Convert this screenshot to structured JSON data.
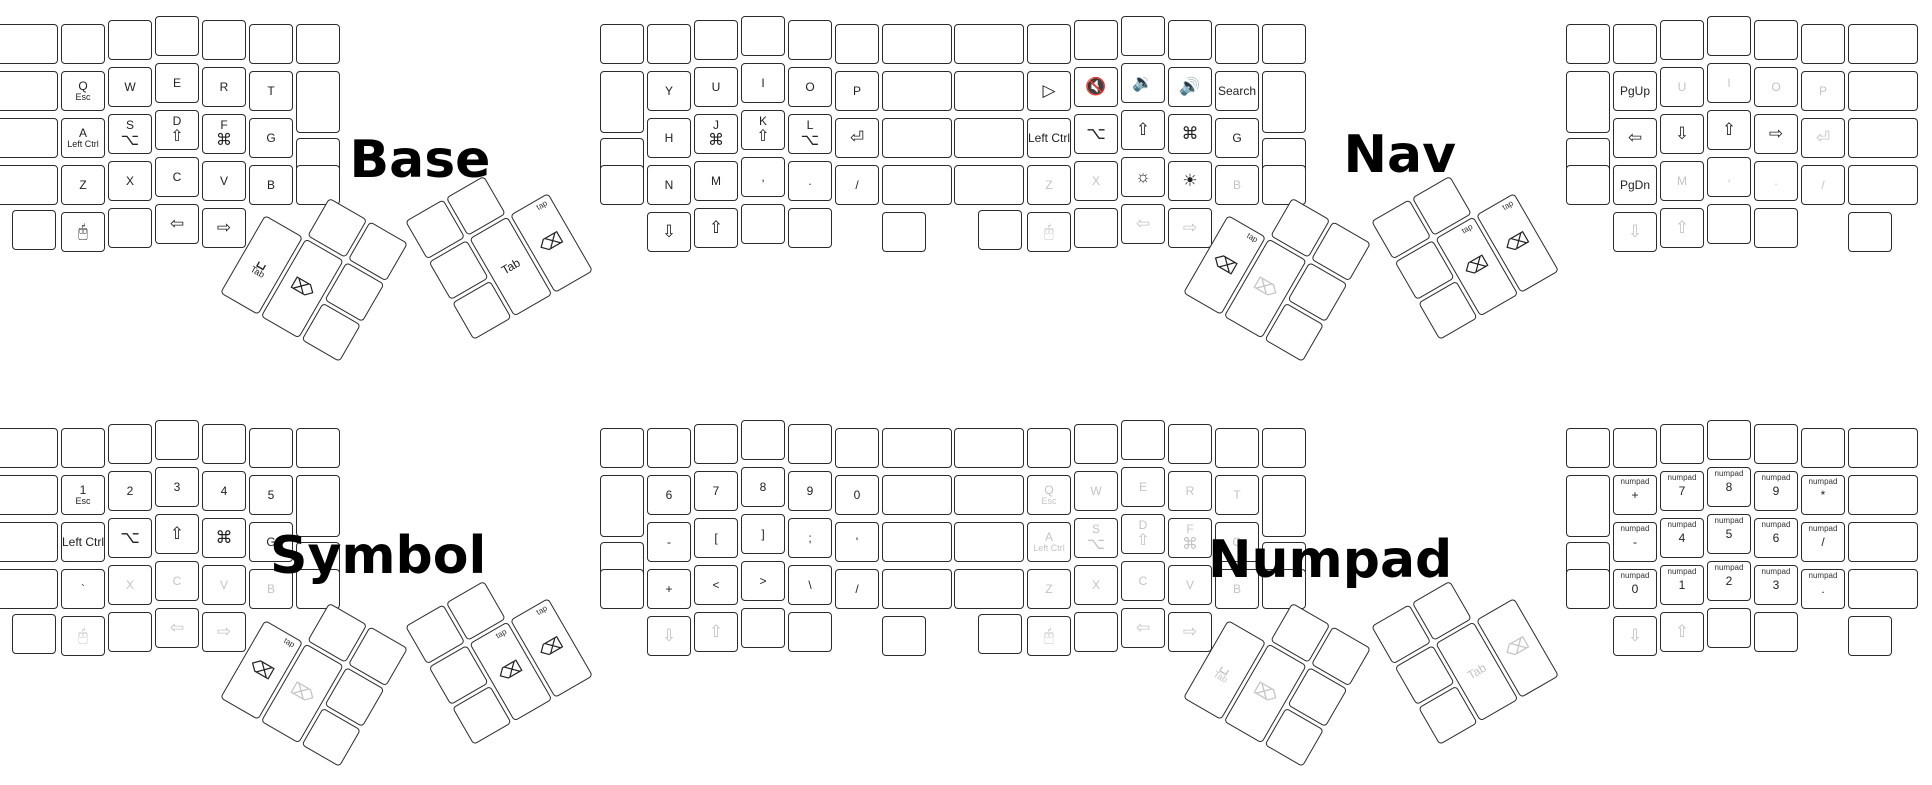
{
  "colors": {
    "key_border": "#2b2b2b",
    "text": "#222222",
    "faded_text": "#c4c4c4",
    "title": "#000000"
  },
  "layers": [
    {
      "name": "Base",
      "left_rows": [
        [
          "",
          "",
          "",
          "",
          "",
          "",
          ""
        ],
        [
          "",
          "Q|Esc",
          "W",
          "E",
          "R",
          "T",
          ""
        ],
        [
          "",
          "A|Left Ctrl",
          "S|⌥",
          "D|⇧",
          "F|⌘",
          "G",
          ""
        ],
        [
          "",
          "Z",
          "X",
          "C",
          "V",
          "B",
          ""
        ],
        [
          "",
          "🖰",
          "",
          "⇦",
          "⇨"
        ]
      ],
      "left_thumbs": [
        "␣|Tab",
        "⌦",
        "",
        "",
        "",
        ""
      ],
      "right_rows": [
        [
          "",
          "",
          "",
          "",
          "",
          "",
          ""
        ],
        [
          "",
          "Y",
          "U",
          "I",
          "O",
          "P",
          ""
        ],
        [
          "",
          "H",
          "J|⌘",
          "K|⇧",
          "L|⌥",
          "⏎",
          ""
        ],
        [
          "",
          "N",
          "M",
          ",",
          ".",
          "/",
          ""
        ],
        [
          "⇩",
          "⇧",
          "",
          "",
          ""
        ]
      ],
      "right_thumbs": [
        "",
        "",
        "",
        "Tab",
        "⌫",
        ""
      ],
      "faded_left": [],
      "faded_right": [],
      "faded_left_thumbs": [],
      "faded_right_thumbs": []
    },
    {
      "name": "Nav",
      "left_rows": [
        [
          "",
          "",
          "",
          "",
          "",
          "",
          ""
        ],
        [
          "",
          "▷",
          "🔇",
          "🔉",
          "🔊",
          "Search",
          ""
        ],
        [
          "",
          "Left Ctrl",
          "⌥",
          "⇧",
          "⌘",
          "G",
          ""
        ],
        [
          "",
          "Z",
          "X",
          "☼",
          "☀",
          "B",
          ""
        ],
        [
          "",
          "🖰",
          "",
          "⇦",
          "⇨"
        ]
      ],
      "left_thumbs": [
        "⌫",
        "⌦",
        "",
        "",
        "",
        ""
      ],
      "right_rows": [
        [
          "",
          "",
          "",
          "",
          "",
          "",
          ""
        ],
        [
          "",
          "PgUp",
          "U",
          "I",
          "O",
          "P",
          ""
        ],
        [
          "",
          "⇦",
          "⇩",
          "⇧",
          "⇨",
          "⏎",
          ""
        ],
        [
          "",
          "PgDn",
          "M",
          ",",
          ".",
          "/",
          ""
        ],
        [
          "⇩",
          "⇧",
          "",
          "",
          ""
        ]
      ],
      "right_thumbs": [
        "",
        "",
        "",
        "⌫",
        "⌫",
        ""
      ],
      "faded_left": [
        "2.6",
        "3.1",
        "3.2",
        "3.5",
        "4.1",
        "4.3",
        "4.4"
      ],
      "faded_right": [
        "1.2",
        "1.3",
        "1.4",
        "1.5",
        "2.5",
        "3.2",
        "3.3",
        "3.4",
        "3.5",
        "4.0",
        "4.1"
      ],
      "faded_left_thumbs": [
        "1"
      ],
      "faded_right_thumbs": []
    },
    {
      "name": "Symbol",
      "left_rows": [
        [
          "",
          "",
          "",
          "",
          "",
          "",
          ""
        ],
        [
          "",
          "1|Esc",
          "2",
          "3",
          "4",
          "5",
          ""
        ],
        [
          "",
          "Left Ctrl",
          "⌥",
          "⇧",
          "⌘",
          "G",
          ""
        ],
        [
          "",
          "`",
          "X",
          "C",
          "V",
          "B",
          ""
        ],
        [
          "",
          "🖰",
          "",
          "⇦",
          "⇨"
        ]
      ],
      "left_thumbs": [
        "⌫",
        "⌦",
        "",
        "",
        "",
        ""
      ],
      "right_rows": [
        [
          "",
          "",
          "",
          "",
          "",
          "",
          ""
        ],
        [
          "",
          "6",
          "7",
          "8",
          "9",
          "0",
          ""
        ],
        [
          "",
          "-",
          "[",
          "]",
          ";",
          "'",
          ""
        ],
        [
          "",
          "+",
          "<",
          ">",
          "\\",
          "/",
          ""
        ],
        [
          "⇩",
          "⇧",
          "",
          "",
          ""
        ]
      ],
      "right_thumbs": [
        "",
        "",
        "",
        "⌫",
        "⌫",
        ""
      ],
      "faded_left": [
        "2.6",
        "3.2",
        "3.3",
        "3.4",
        "3.5",
        "4.1",
        "4.3",
        "4.4"
      ],
      "faded_right": [
        "4.0",
        "4.1"
      ],
      "faded_left_thumbs": [
        "1"
      ],
      "faded_right_thumbs": []
    },
    {
      "name": "Numpad",
      "left_rows": [
        [
          "",
          "",
          "",
          "",
          "",
          "",
          ""
        ],
        [
          "",
          "Q|Esc",
          "W",
          "E",
          "R",
          "T",
          ""
        ],
        [
          "",
          "A|Left Ctrl",
          "S|⌥",
          "D|⇧",
          "F|⌘",
          "G",
          ""
        ],
        [
          "",
          "Z",
          "X",
          "C",
          "V",
          "B",
          ""
        ],
        [
          "",
          "🖰",
          "",
          "⇦",
          "⇨"
        ]
      ],
      "left_thumbs": [
        "␣|Tab",
        "⌦",
        "",
        "",
        "",
        ""
      ],
      "right_rows": [
        [
          "",
          "",
          "",
          "",
          "",
          "",
          ""
        ],
        [
          "",
          "numpad|+",
          "numpad|7",
          "numpad|8",
          "numpad|9",
          "numpad|*",
          ""
        ],
        [
          "",
          "numpad|-",
          "numpad|4",
          "numpad|5",
          "numpad|6",
          "numpad|/",
          ""
        ],
        [
          "",
          "numpad|0",
          "numpad|1",
          "numpad|2",
          "numpad|3",
          "numpad|.",
          ""
        ],
        [
          "⇩",
          "⇧",
          "",
          "",
          ""
        ]
      ],
      "right_thumbs": [
        "",
        "",
        "",
        "Tab",
        "⌫",
        ""
      ],
      "faded_left": [
        "1.1",
        "1.2",
        "1.3",
        "1.4",
        "1.5",
        "2.1",
        "2.2",
        "2.3",
        "2.4",
        "2.5",
        "3.1",
        "3.2",
        "3.3",
        "3.4",
        "3.5",
        "4.1",
        "4.3",
        "4.4"
      ],
      "faded_right": [
        "4.0",
        "4.1"
      ],
      "faded_left_thumbs": [
        "0",
        "1"
      ],
      "faded_right_thumbs": [
        "3",
        "4"
      ]
    }
  ],
  "thumb_top_labels": {
    "base_right": "tap",
    "nav_left": "tap",
    "nav_right_a": "tap",
    "nav_right_b": "tap",
    "symbol_left": "tap",
    "symbol_right_a": "tap",
    "symbol_right_b": "tap"
  }
}
